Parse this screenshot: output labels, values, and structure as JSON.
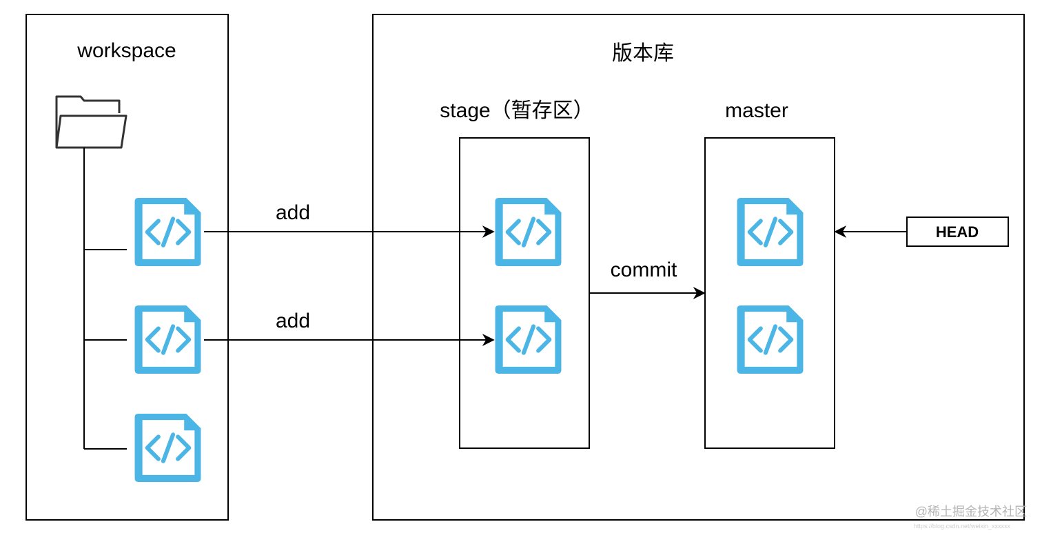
{
  "diagram": {
    "workspace_title": "workspace",
    "repository_title": "版本库",
    "stage_title": "stage（暂存区）",
    "master_title": "master",
    "edges": {
      "add_1": "add",
      "add_2": "add",
      "commit": "commit"
    },
    "head_label": "HEAD",
    "icons": {
      "folder": "folder-icon",
      "code_file": "code-file-icon"
    },
    "watermark": "@稀土掘金技术社区",
    "watermark_url": "https://blog.csdn.net/weixin_xxxxxx"
  },
  "colors": {
    "line": "#000000",
    "code_file": "#4bb6e6",
    "folder_stroke": "#333333",
    "watermark": "#b5b5b5"
  }
}
